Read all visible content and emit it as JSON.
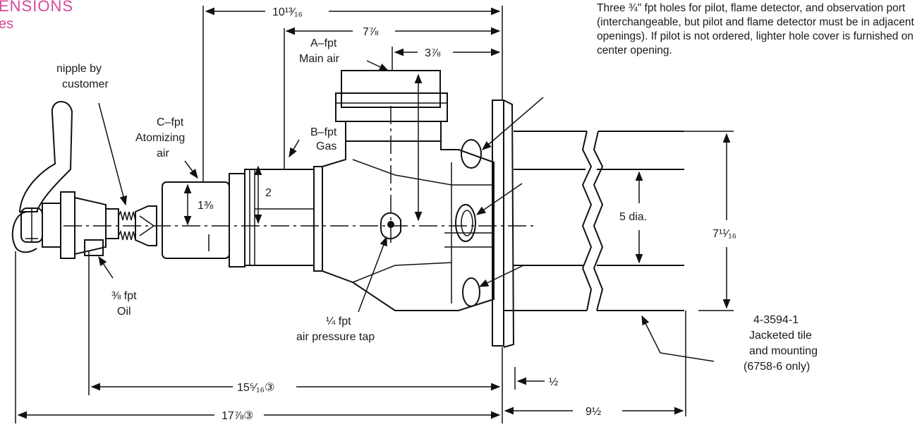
{
  "header": {
    "title_fragment": "ENSIONS",
    "subtitle_fragment": "es"
  },
  "note": "Three ¾\" fpt holes for pilot, flame detector, and observation port (interchangeable, but pilot and flame detector must be in adjacent openings). If pilot is not ordered, lighter hole cover is furnished on center opening.",
  "labels": {
    "nipple": [
      "nipple by",
      "customer"
    ],
    "atomizing": [
      "C–fpt",
      "Atomizing",
      "air"
    ],
    "gas": [
      "B–fpt",
      "Gas"
    ],
    "main_air": [
      "A–fpt",
      "Main air"
    ],
    "oil": [
      "⅜ fpt",
      "Oil"
    ],
    "pressure_tap": [
      "¼ fpt",
      "air pressure tap"
    ],
    "jacketed": [
      "4-3594-1",
      "Jacketed tile",
      "and mounting",
      "(6758-6 only)"
    ]
  },
  "dimensions": {
    "d_10_13_16": "10¹³⁄₁₆",
    "d_7_7_8": "7⅞",
    "d_3_7_8": "3⅞",
    "d_1_3_8": "1⅜",
    "d_2": "2",
    "d_5_dia": "5 dia.",
    "d_7_11_16": "7¹¹⁄₁₆",
    "d_15_5_16": "15⁵⁄₁₆③",
    "d_17_7_8": "17⅞③",
    "d_half": "½",
    "d_9_half": "9½"
  }
}
